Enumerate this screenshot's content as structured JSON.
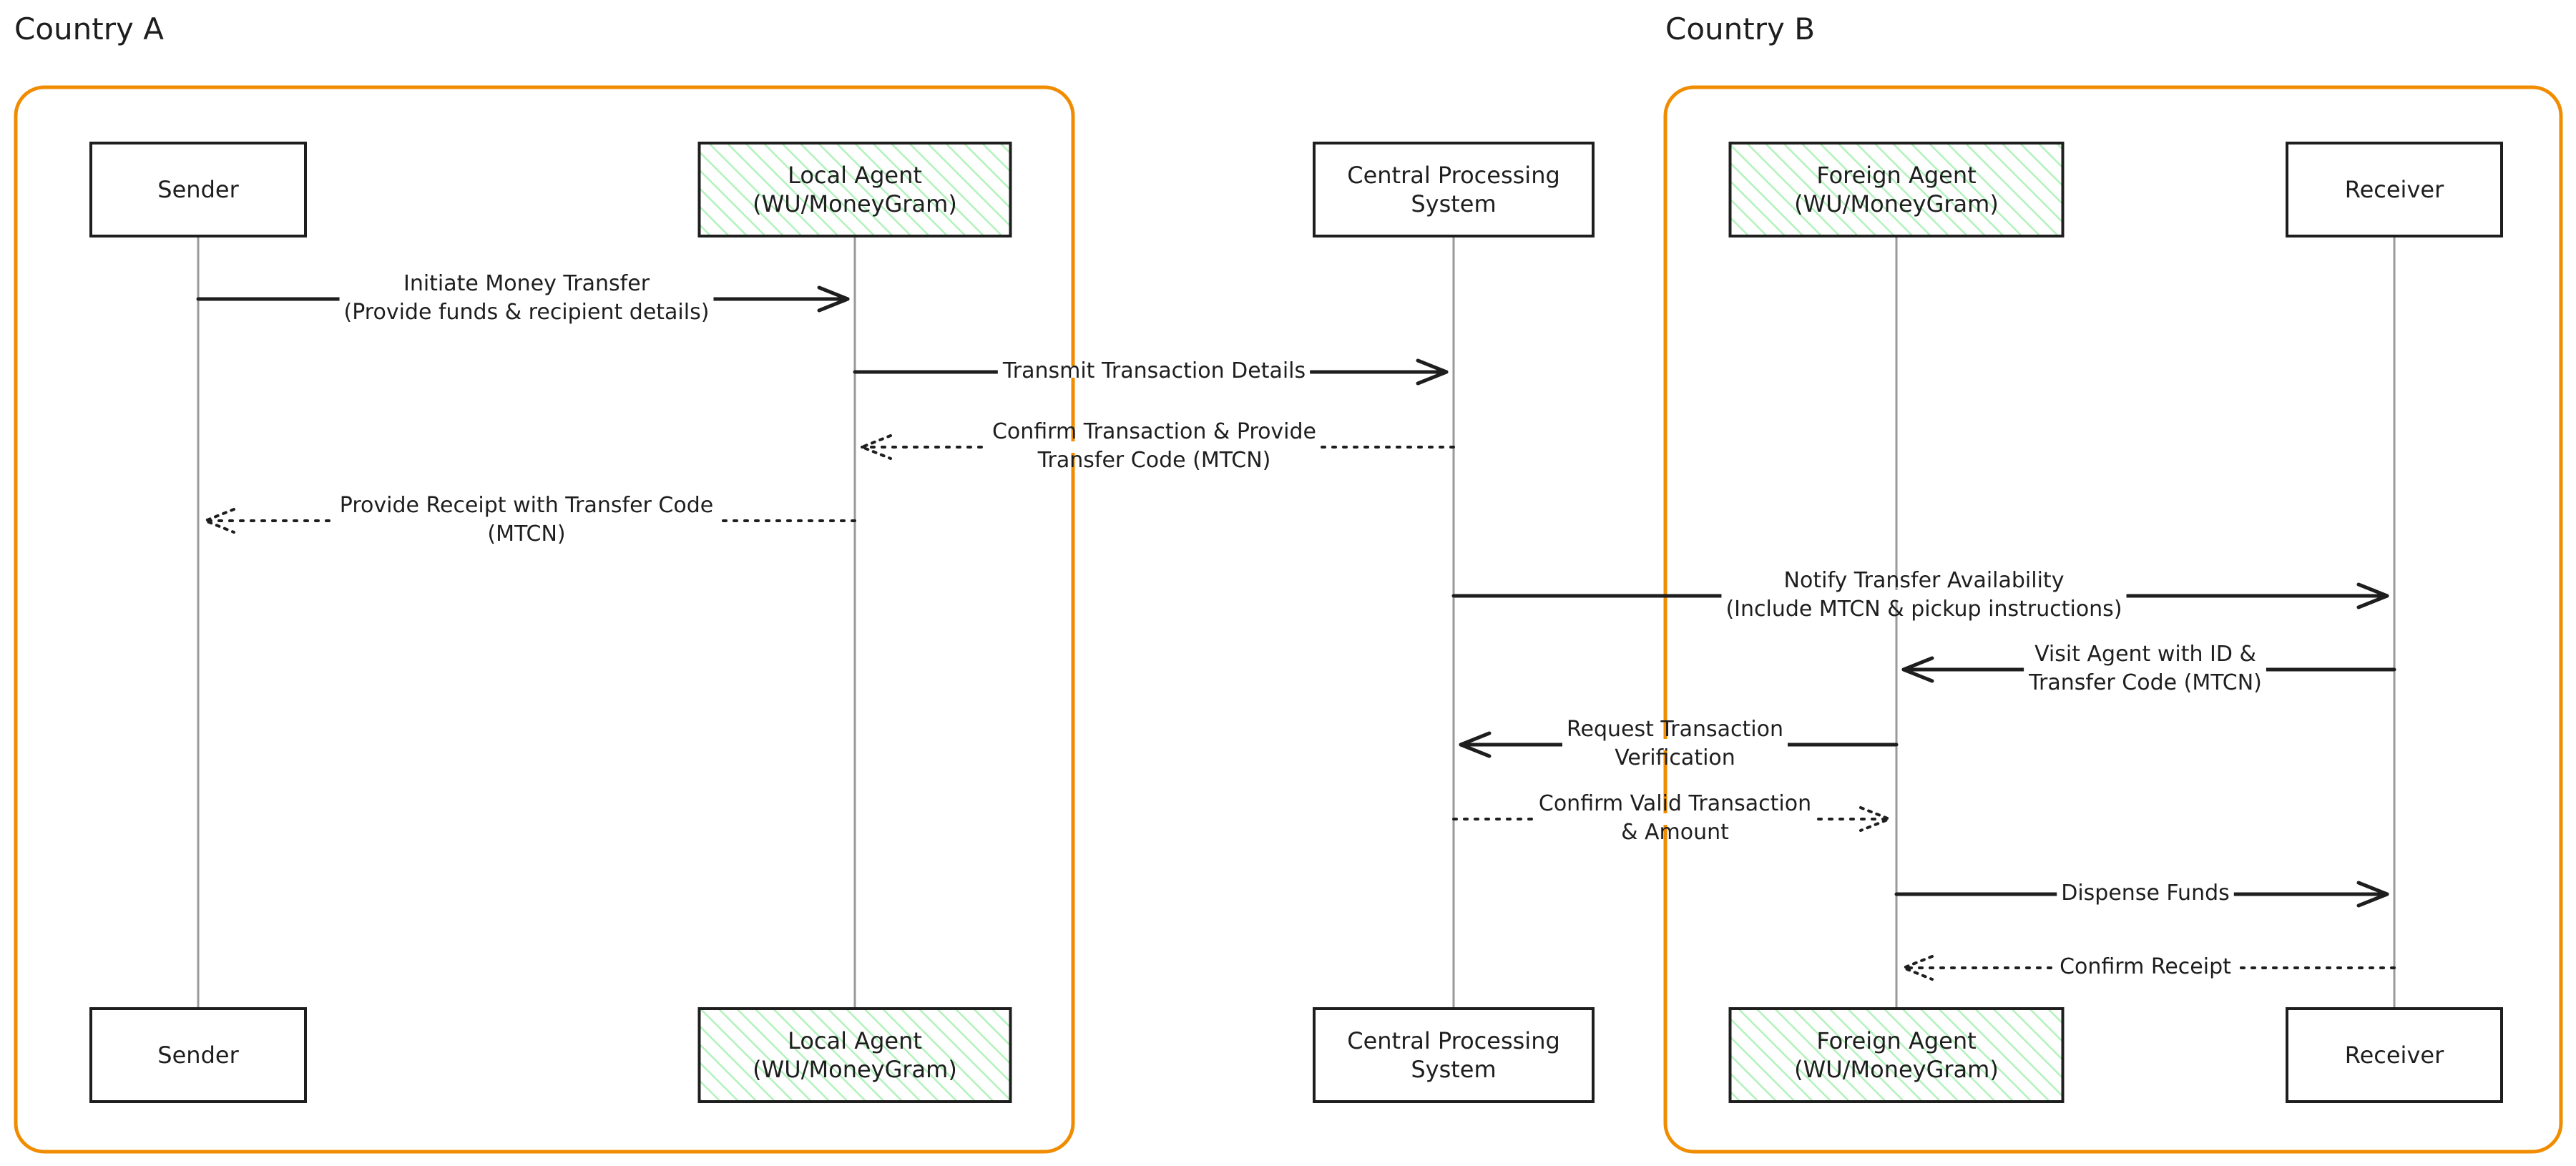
{
  "regions": [
    {
      "id": "country-a",
      "label": "Country A"
    },
    {
      "id": "country-b",
      "label": "Country B"
    }
  ],
  "participants": [
    {
      "id": "sender",
      "lines": [
        "Sender"
      ],
      "highlighted": false
    },
    {
      "id": "local-agent",
      "lines": [
        "Local Agent",
        "(WU/MoneyGram)"
      ],
      "highlighted": true
    },
    {
      "id": "central",
      "lines": [
        "Central Processing",
        "System"
      ],
      "highlighted": false
    },
    {
      "id": "foreign-agent",
      "lines": [
        "Foreign Agent",
        "(WU/MoneyGram)"
      ],
      "highlighted": true
    },
    {
      "id": "receiver",
      "lines": [
        "Receiver"
      ],
      "highlighted": false
    }
  ],
  "messages": [
    {
      "from": "sender",
      "to": "local-agent",
      "style": "solid",
      "lines": [
        "Initiate Money Transfer",
        "(Provide funds & recipient details)"
      ]
    },
    {
      "from": "local-agent",
      "to": "central",
      "style": "solid",
      "lines": [
        "Transmit Transaction Details"
      ]
    },
    {
      "from": "central",
      "to": "local-agent",
      "style": "dotted",
      "lines": [
        "Confirm Transaction & Provide",
        "Transfer Code (MTCN)"
      ]
    },
    {
      "from": "local-agent",
      "to": "sender",
      "style": "dotted",
      "lines": [
        "Provide Receipt with Transfer Code",
        "(MTCN)"
      ]
    },
    {
      "from": "central",
      "to": "receiver",
      "style": "solid",
      "lines": [
        "Notify Transfer Availability",
        "(Include MTCN & pickup instructions)"
      ]
    },
    {
      "from": "receiver",
      "to": "foreign-agent",
      "style": "solid",
      "lines": [
        "Visit Agent with ID &",
        "Transfer Code (MTCN)"
      ]
    },
    {
      "from": "foreign-agent",
      "to": "central",
      "style": "solid",
      "lines": [
        "Request Transaction",
        "Verification"
      ]
    },
    {
      "from": "central",
      "to": "foreign-agent",
      "style": "dotted",
      "lines": [
        "Confirm Valid Transaction",
        "& Amount"
      ]
    },
    {
      "from": "foreign-agent",
      "to": "receiver",
      "style": "solid",
      "lines": [
        "Dispense Funds"
      ]
    },
    {
      "from": "receiver",
      "to": "foreign-agent",
      "style": "dotted",
      "lines": [
        "Confirm Receipt"
      ]
    }
  ],
  "colors": {
    "region_border": "#f08c00",
    "actor_border": "#1e1e1e",
    "highlight_hatch": "#b2f2bb",
    "lifeline": "#9a9a9a",
    "text": "#1e1e1e"
  }
}
